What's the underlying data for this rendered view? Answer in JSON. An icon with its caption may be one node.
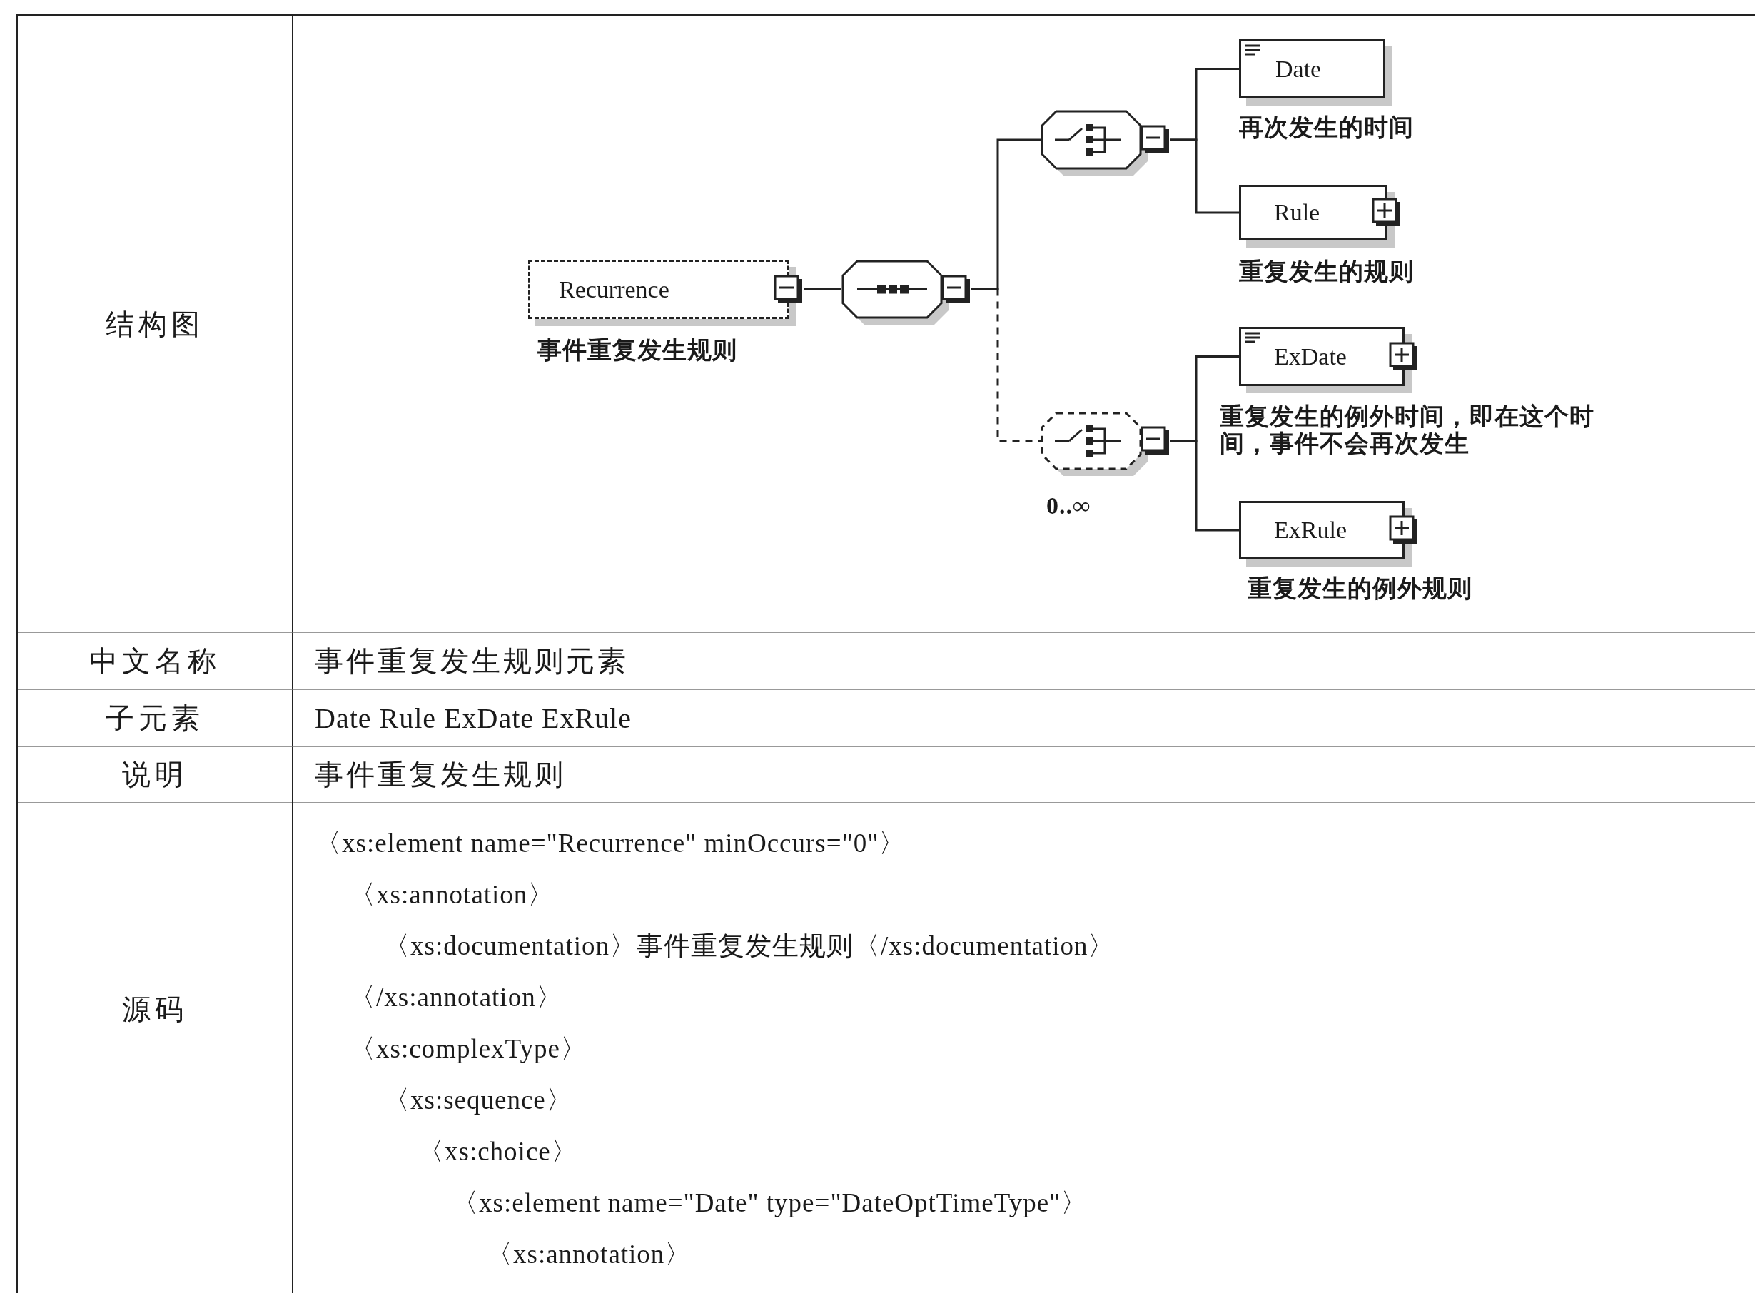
{
  "diagram": {
    "nodes": [
      {
        "text": [
          "Recurrence"
        ],
        "beside": [
          "事件重复发生规则"
        ]
      },
      {
        "text": [],
        "shape": "octagon"
      },
      {
        "text": [],
        "shape": "octagon"
      },
      {
        "text": [],
        "shape": "octagon",
        "beside": [
          "0..∞"
        ]
      },
      {
        "text": [
          "Date"
        ],
        "beside": [
          "再次发生的时间"
        ]
      },
      {
        "text": [
          "Rule"
        ],
        "beside": [
          "重复发生的规则"
        ]
      },
      {
        "text": [
          "ExDate"
        ],
        "beside": [
          "重复发生的例外时间，即在这个时间，事件不会再次发生"
        ]
      },
      {
        "text": [
          "ExRule"
        ],
        "beside": [
          "重复发生的例外规则"
        ]
      }
    ],
    "edges": [
      {
        "from": 0,
        "to": 1,
        "arrow": "none"
      },
      {
        "from": 1,
        "to": 2,
        "arrow": "none"
      },
      {
        "from": 1,
        "to": 3,
        "arrow": "none",
        "style": "dashed"
      },
      {
        "from": 2,
        "to": 4,
        "arrow": "none"
      },
      {
        "from": 2,
        "to": 5,
        "arrow": "none"
      },
      {
        "from": 3,
        "to": 6,
        "arrow": "none"
      },
      {
        "from": 3,
        "to": 7,
        "arrow": "none"
      }
    ],
    "labels": [
      "结构图",
      "中文名称",
      "事件重复发生规则元素",
      "子元素",
      "Date Rule ExDate ExRule",
      "说明",
      "事件重复发生规则",
      "源码",
      "〈xs:element name=\"Recurrence\" minOccurs=\"0\"〉",
      "〈xs:annotation〉",
      "〈xs:documentation〉事件重复发生规则〈/xs:documentation〉",
      "〈/xs:annotation〉",
      "〈xs:complexType〉",
      "〈xs:sequence〉",
      "〈xs:choice〉",
      "〈xs:element name=\"Date\" type=\"DateOptTimeType\"〉",
      "〈xs:annotation〉"
    ]
  }
}
